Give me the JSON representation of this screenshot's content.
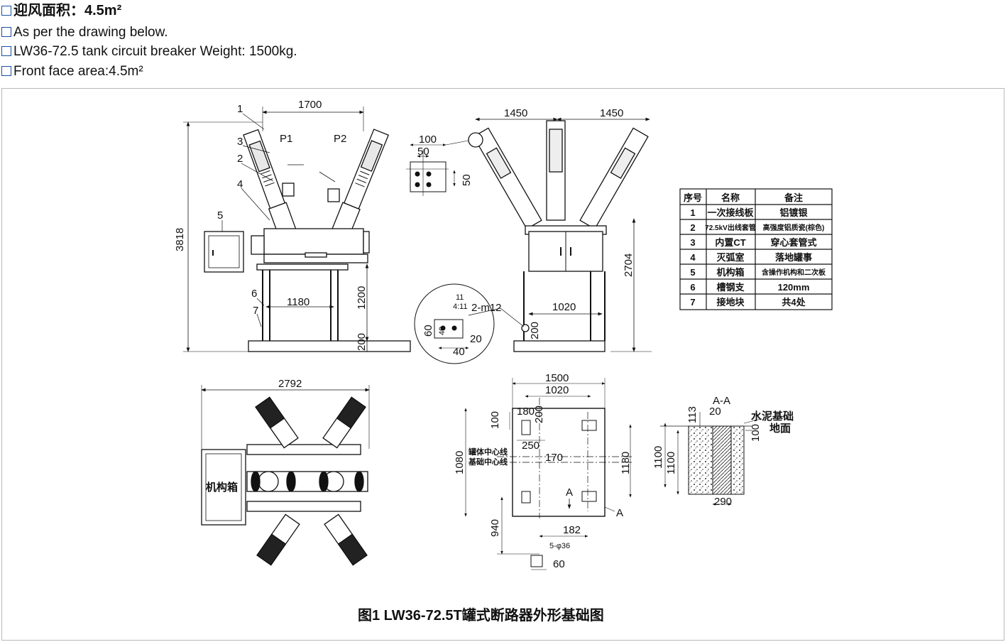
{
  "spec_lines": [
    "迎风面积：4.5m²",
    "As per the drawing below.",
    "LW36-72.5 tank circuit breaker Weight: 1500kg.",
    "Front face area:4.5m²"
  ],
  "caption": "图1 LW36-72.5T罐式断路器外形基础图",
  "front_view": {
    "width_top": "1700",
    "height_total": "3818",
    "frame_width": "1180",
    "frame_height": "1200",
    "base_height": "200",
    "labels": [
      "1",
      "3",
      "2",
      "4",
      "5",
      "6",
      "7",
      "P1",
      "P2"
    ]
  },
  "side_view": {
    "left_spread": "1450",
    "right_spread": "1450",
    "height": "2704",
    "base_width": "1020",
    "base_height": "200"
  },
  "terminal_detail": {
    "d100": "100",
    "d50": "50",
    "d50v": "50"
  },
  "ground_detail": {
    "hole": "2-m12",
    "d11": "11",
    "ratio": "4:11",
    "d60": "60",
    "d40v": "40",
    "d20": "20",
    "d40": "40"
  },
  "top_view": {
    "width": "2792",
    "mechanism_label": "机构箱"
  },
  "foundation": {
    "w1500": "1500",
    "w1020": "1020",
    "d180": "180",
    "d200": "200",
    "d100": "100",
    "d250": "250",
    "d170": "170",
    "d1080": "1080",
    "d1180": "1180",
    "d940": "940",
    "d182": "182",
    "holes": "5-φ36",
    "d60": "60",
    "tank_center": "罐体中心线",
    "base_center": "基础中心线",
    "section_mark": "A"
  },
  "section_aa": {
    "title": "A-A",
    "d113": "113",
    "d20": "20",
    "d100": "100",
    "d1100a": "1100",
    "d1100b": "1100",
    "d290": "290",
    "cement": "水泥基础",
    "ground": "地面"
  },
  "parts_table": {
    "headers": [
      "序号",
      "名称",
      "备注"
    ],
    "rows": [
      [
        "1",
        "一次接线板",
        "铝镀银"
      ],
      [
        "2",
        "72.5kV出线套管",
        "高强度铝质瓷(棕色)"
      ],
      [
        "3",
        "内置CT",
        "穿心套管式"
      ],
      [
        "4",
        "灭弧室",
        "落地罐事"
      ],
      [
        "5",
        "机构箱",
        "含操作机构和二次板"
      ],
      [
        "6",
        "槽钢支",
        "120mm"
      ],
      [
        "7",
        "接地块",
        "共4处"
      ]
    ]
  }
}
